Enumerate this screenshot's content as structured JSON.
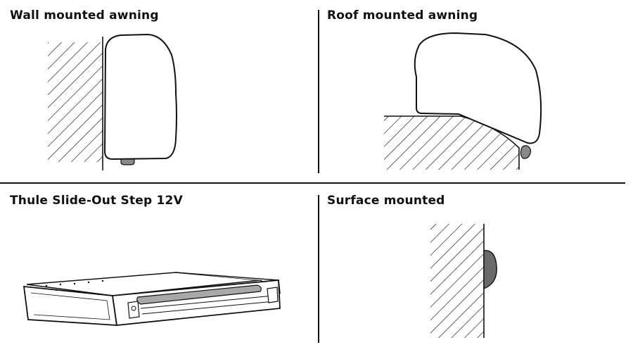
{
  "panels": {
    "wall": {
      "title": "Wall mounted awning"
    },
    "roof": {
      "title": "Roof mounted awning"
    },
    "step": {
      "title": "Thule Slide-Out Step 12V"
    },
    "surface": {
      "title": "Surface mounted"
    }
  },
  "colors": {
    "line": "#111111",
    "light_grey": "#a8a8a8",
    "dark_grey": "#6a6a6a",
    "background": "#ffffff"
  }
}
